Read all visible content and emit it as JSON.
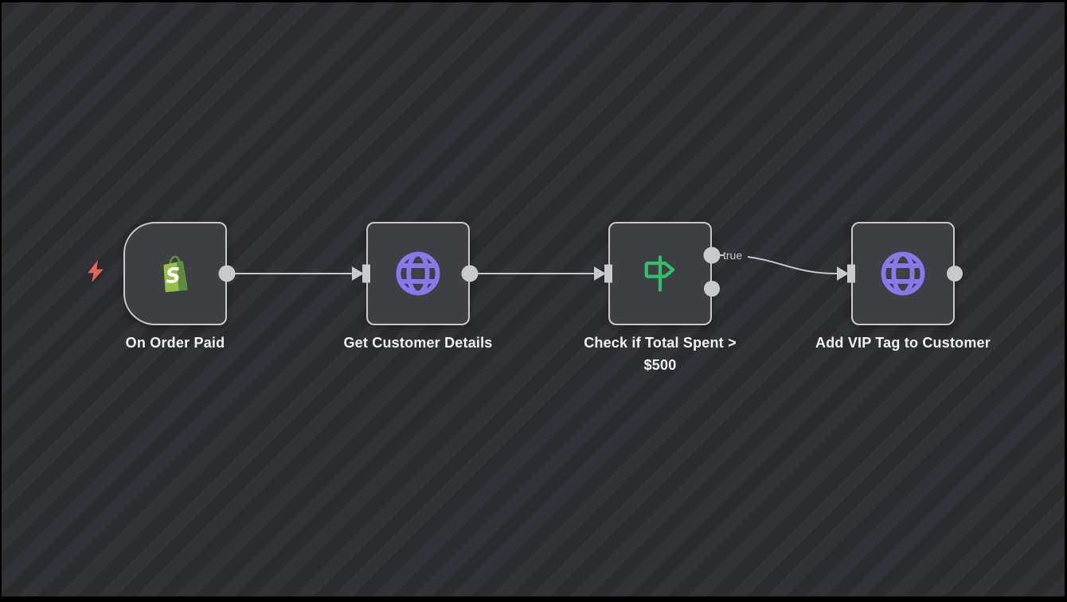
{
  "app": "workflow-editor-canvas",
  "workflow": {
    "nodes": [
      {
        "label": "On Order Paid",
        "icon": "shopify-icon",
        "kind": "trigger",
        "icon_colors": {
          "bag": "#95BF47",
          "bag_shadow": "#5E8E3E",
          "letter": "#FFFFFF"
        }
      },
      {
        "label": "Get Customer Details",
        "icon": "globe-icon",
        "kind": "http-request",
        "icon_color": "#8579EB"
      },
      {
        "label": "Check if Total Spent > $500",
        "icon": "signpost-icon",
        "kind": "if",
        "icon_color": "#2EC06A",
        "outputs": [
          {
            "label": "true"
          },
          {
            "label": ""
          }
        ]
      },
      {
        "label": "Add VIP Tag to Customer",
        "icon": "globe-icon",
        "kind": "http-request",
        "icon_color": "#8579EB"
      }
    ],
    "connections": [
      {
        "from": "On Order Paid",
        "to": "Get Customer Details",
        "label": ""
      },
      {
        "from": "Get Customer Details",
        "to": "Check if Total Spent > $500",
        "label": ""
      },
      {
        "from": "Check if Total Spent > $500",
        "to": "Add VIP Tag to Customer",
        "label": "true"
      }
    ],
    "trigger_indicator": {
      "icon": "lightning-bolt-icon",
      "color": "#EA6455"
    }
  },
  "colors": {
    "canvas_stripe_dark": "#2b2c2e",
    "canvas_stripe_light": "#323338",
    "node_fill": "#3f4043",
    "node_border": "#c7c9ce",
    "connector": "#c6c9ce",
    "node_label_text": "#f2f3f5",
    "output_label_text": "#c7c9ce"
  }
}
